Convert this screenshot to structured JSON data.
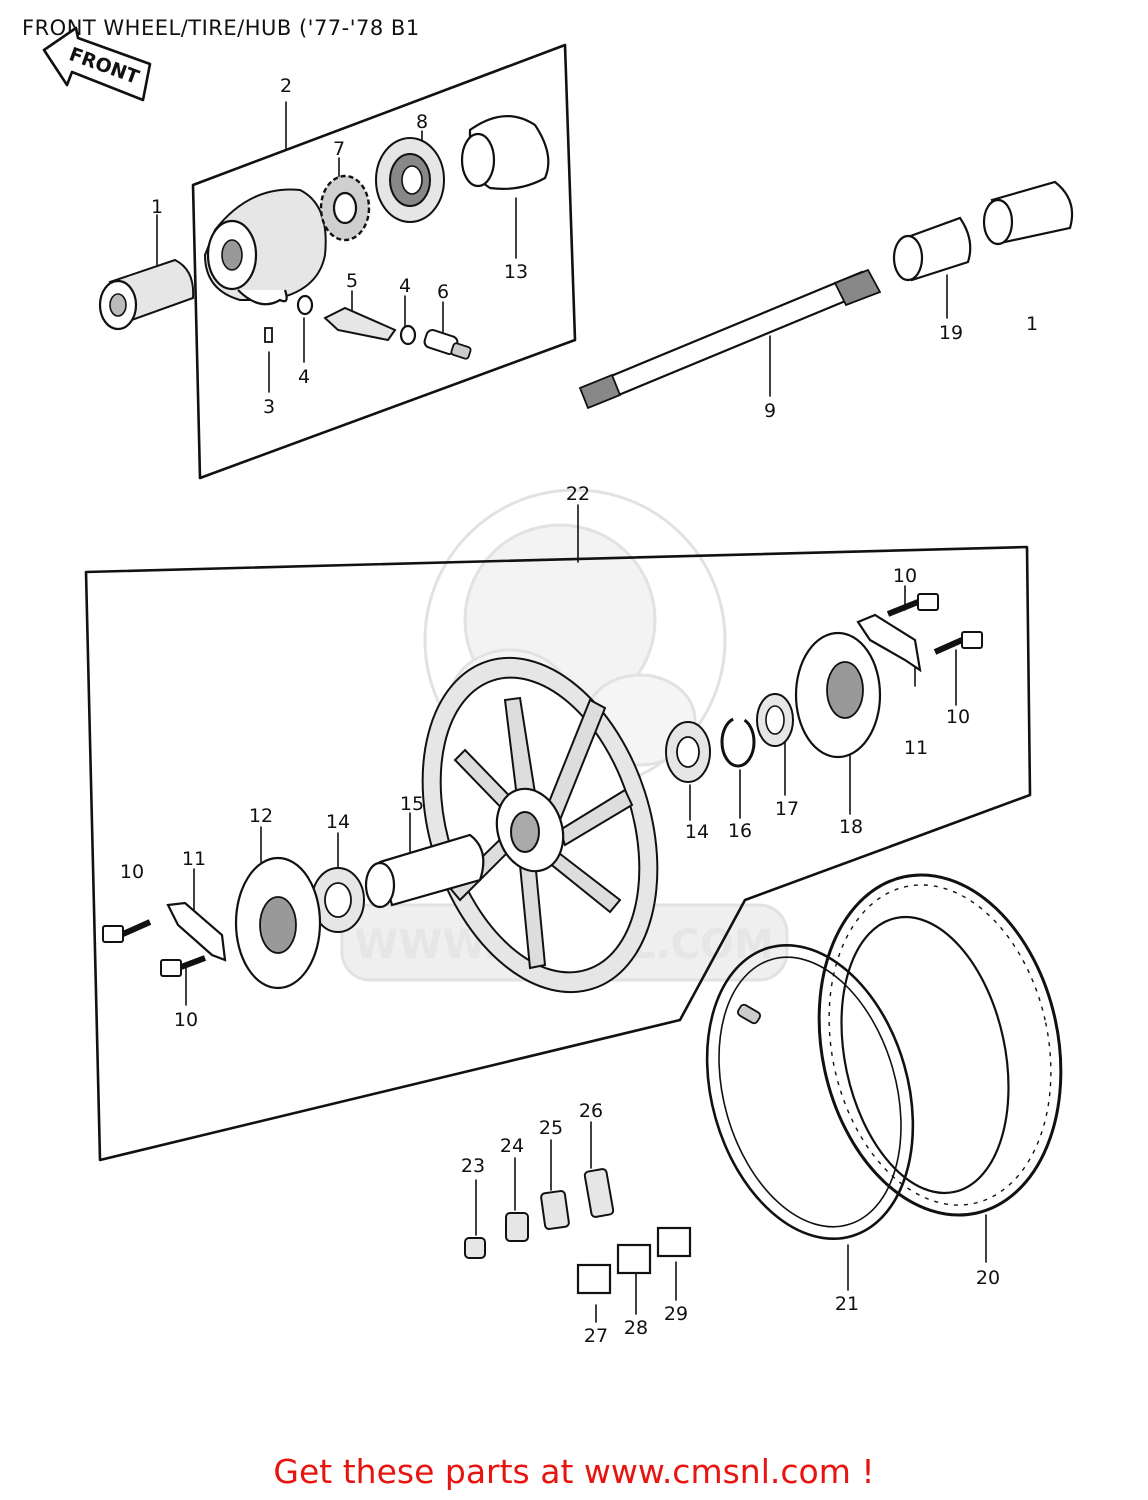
{
  "header": {
    "title": "FRONT WHEEL/TIRE/HUB ('77-'78 B1"
  },
  "footer": {
    "cta": "Get these parts at www.cmsnl.com !"
  },
  "direction_marker": {
    "label": "FRONT"
  },
  "watermark": {
    "text": "WWW.CMSNL.COM"
  },
  "callouts": {
    "c1a": "1",
    "c1b": "1",
    "c2": "2",
    "c3": "3",
    "c4a": "4",
    "c4b": "4",
    "c5": "5",
    "c6": "6",
    "c7": "7",
    "c8": "8",
    "c9": "9",
    "c10a": "10",
    "c10b": "10",
    "c10c": "10",
    "c10d": "10",
    "c11a": "11",
    "c11b": "11",
    "c12": "12",
    "c13": "13",
    "c14a": "14",
    "c14b": "14",
    "c15": "15",
    "c16": "16",
    "c17": "17",
    "c18": "18",
    "c19": "19",
    "c20": "20",
    "c21": "21",
    "c22": "22",
    "c23": "23",
    "c24": "24",
    "c25": "25",
    "c26": "26",
    "c27": "27",
    "c28": "28",
    "c29": "29"
  }
}
